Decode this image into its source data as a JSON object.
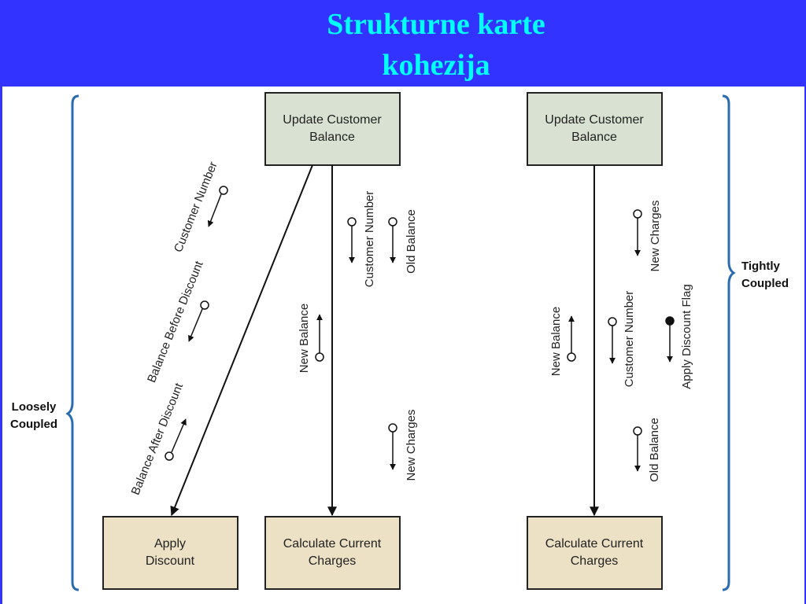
{
  "title": {
    "line1": "Strukturne karte",
    "line2": "kohezija"
  },
  "colors": {
    "title_bar": "#3333ff",
    "title_text": "#00ffff",
    "top_module_fill": "#d9e2d2",
    "bottom_module_fill": "#ede1c5",
    "brace": "#2b6cb0"
  },
  "loose": {
    "label_line1": "Loosely",
    "label_line2": "Coupled",
    "top_module": {
      "line1": "Update Customer",
      "line2": "Balance"
    },
    "bottom_left_module": {
      "line1": "Apply",
      "line2": "Discount"
    },
    "bottom_right_module": {
      "line1": "Calculate Current",
      "line2": "Charges"
    },
    "flows": {
      "customer_number_1": "Customer Number",
      "balance_before_discount": "Balance Before Discount",
      "balance_after_discount": "Balance After Discount",
      "customer_number_2": "Customer Number",
      "old_balance": "Old Balance",
      "new_balance": "New Balance",
      "new_charges": "New Charges"
    }
  },
  "tight": {
    "label_line1": "Tightly",
    "label_line2": "Coupled",
    "top_module": {
      "line1": "Update Customer",
      "line2": "Balance"
    },
    "bottom_module": {
      "line1": "Calculate Current",
      "line2": "Charges"
    },
    "flows": {
      "new_charges": "New Charges",
      "new_balance": "New Balance",
      "customer_number": "Customer Number",
      "apply_discount_flag": "Apply Discount Flag",
      "old_balance": "Old Balance"
    }
  }
}
